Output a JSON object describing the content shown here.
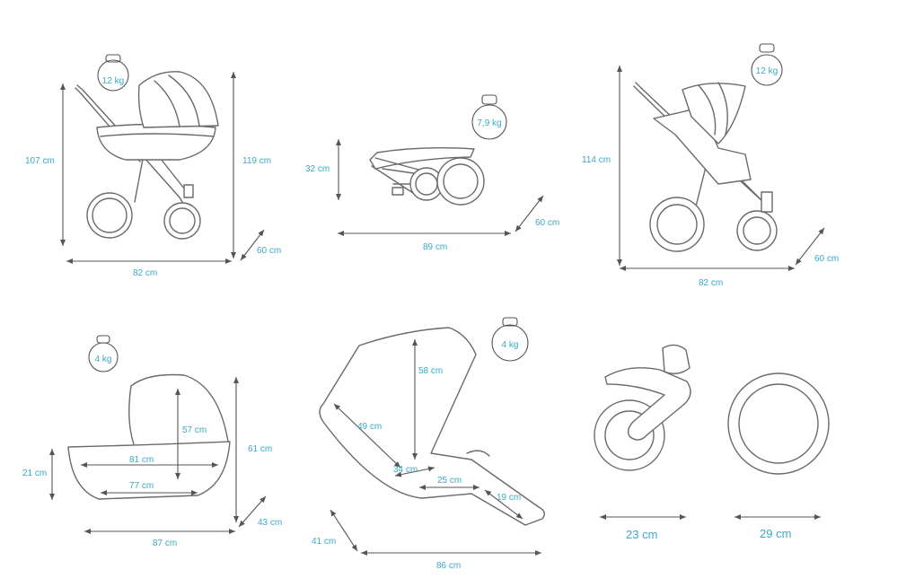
{
  "colors": {
    "label": "#3aaac7",
    "line": "#555555",
    "drawing": "#6a6a6a"
  },
  "pram": {
    "weight": "12 kg",
    "height": "107 cm",
    "height_total": "119 cm",
    "depth": "60 cm",
    "length": "82 cm"
  },
  "folded": {
    "weight": "7,9 kg",
    "height": "32 cm",
    "depth": "60 cm",
    "length": "89 cm"
  },
  "stroller": {
    "weight": "12 kg",
    "height": "114 cm",
    "depth": "60 cm",
    "length": "82 cm"
  },
  "carrycot": {
    "weight": "4 kg",
    "height_side": "21 cm",
    "inner_length": "81 cm",
    "inner_height": "57 cm",
    "bottom_length": "77 cm",
    "height": "61 cm",
    "depth": "43 cm",
    "length": "87 cm"
  },
  "seat": {
    "weight": "4 kg",
    "back_height": "58 cm",
    "back_length": "49 cm",
    "seat_depth": "34 cm",
    "seat_length": "25 cm",
    "leg_rest": "19 cm",
    "width": "41 cm",
    "length": "86 cm"
  },
  "wheels": {
    "front": "23 cm",
    "rear": "29 cm"
  }
}
